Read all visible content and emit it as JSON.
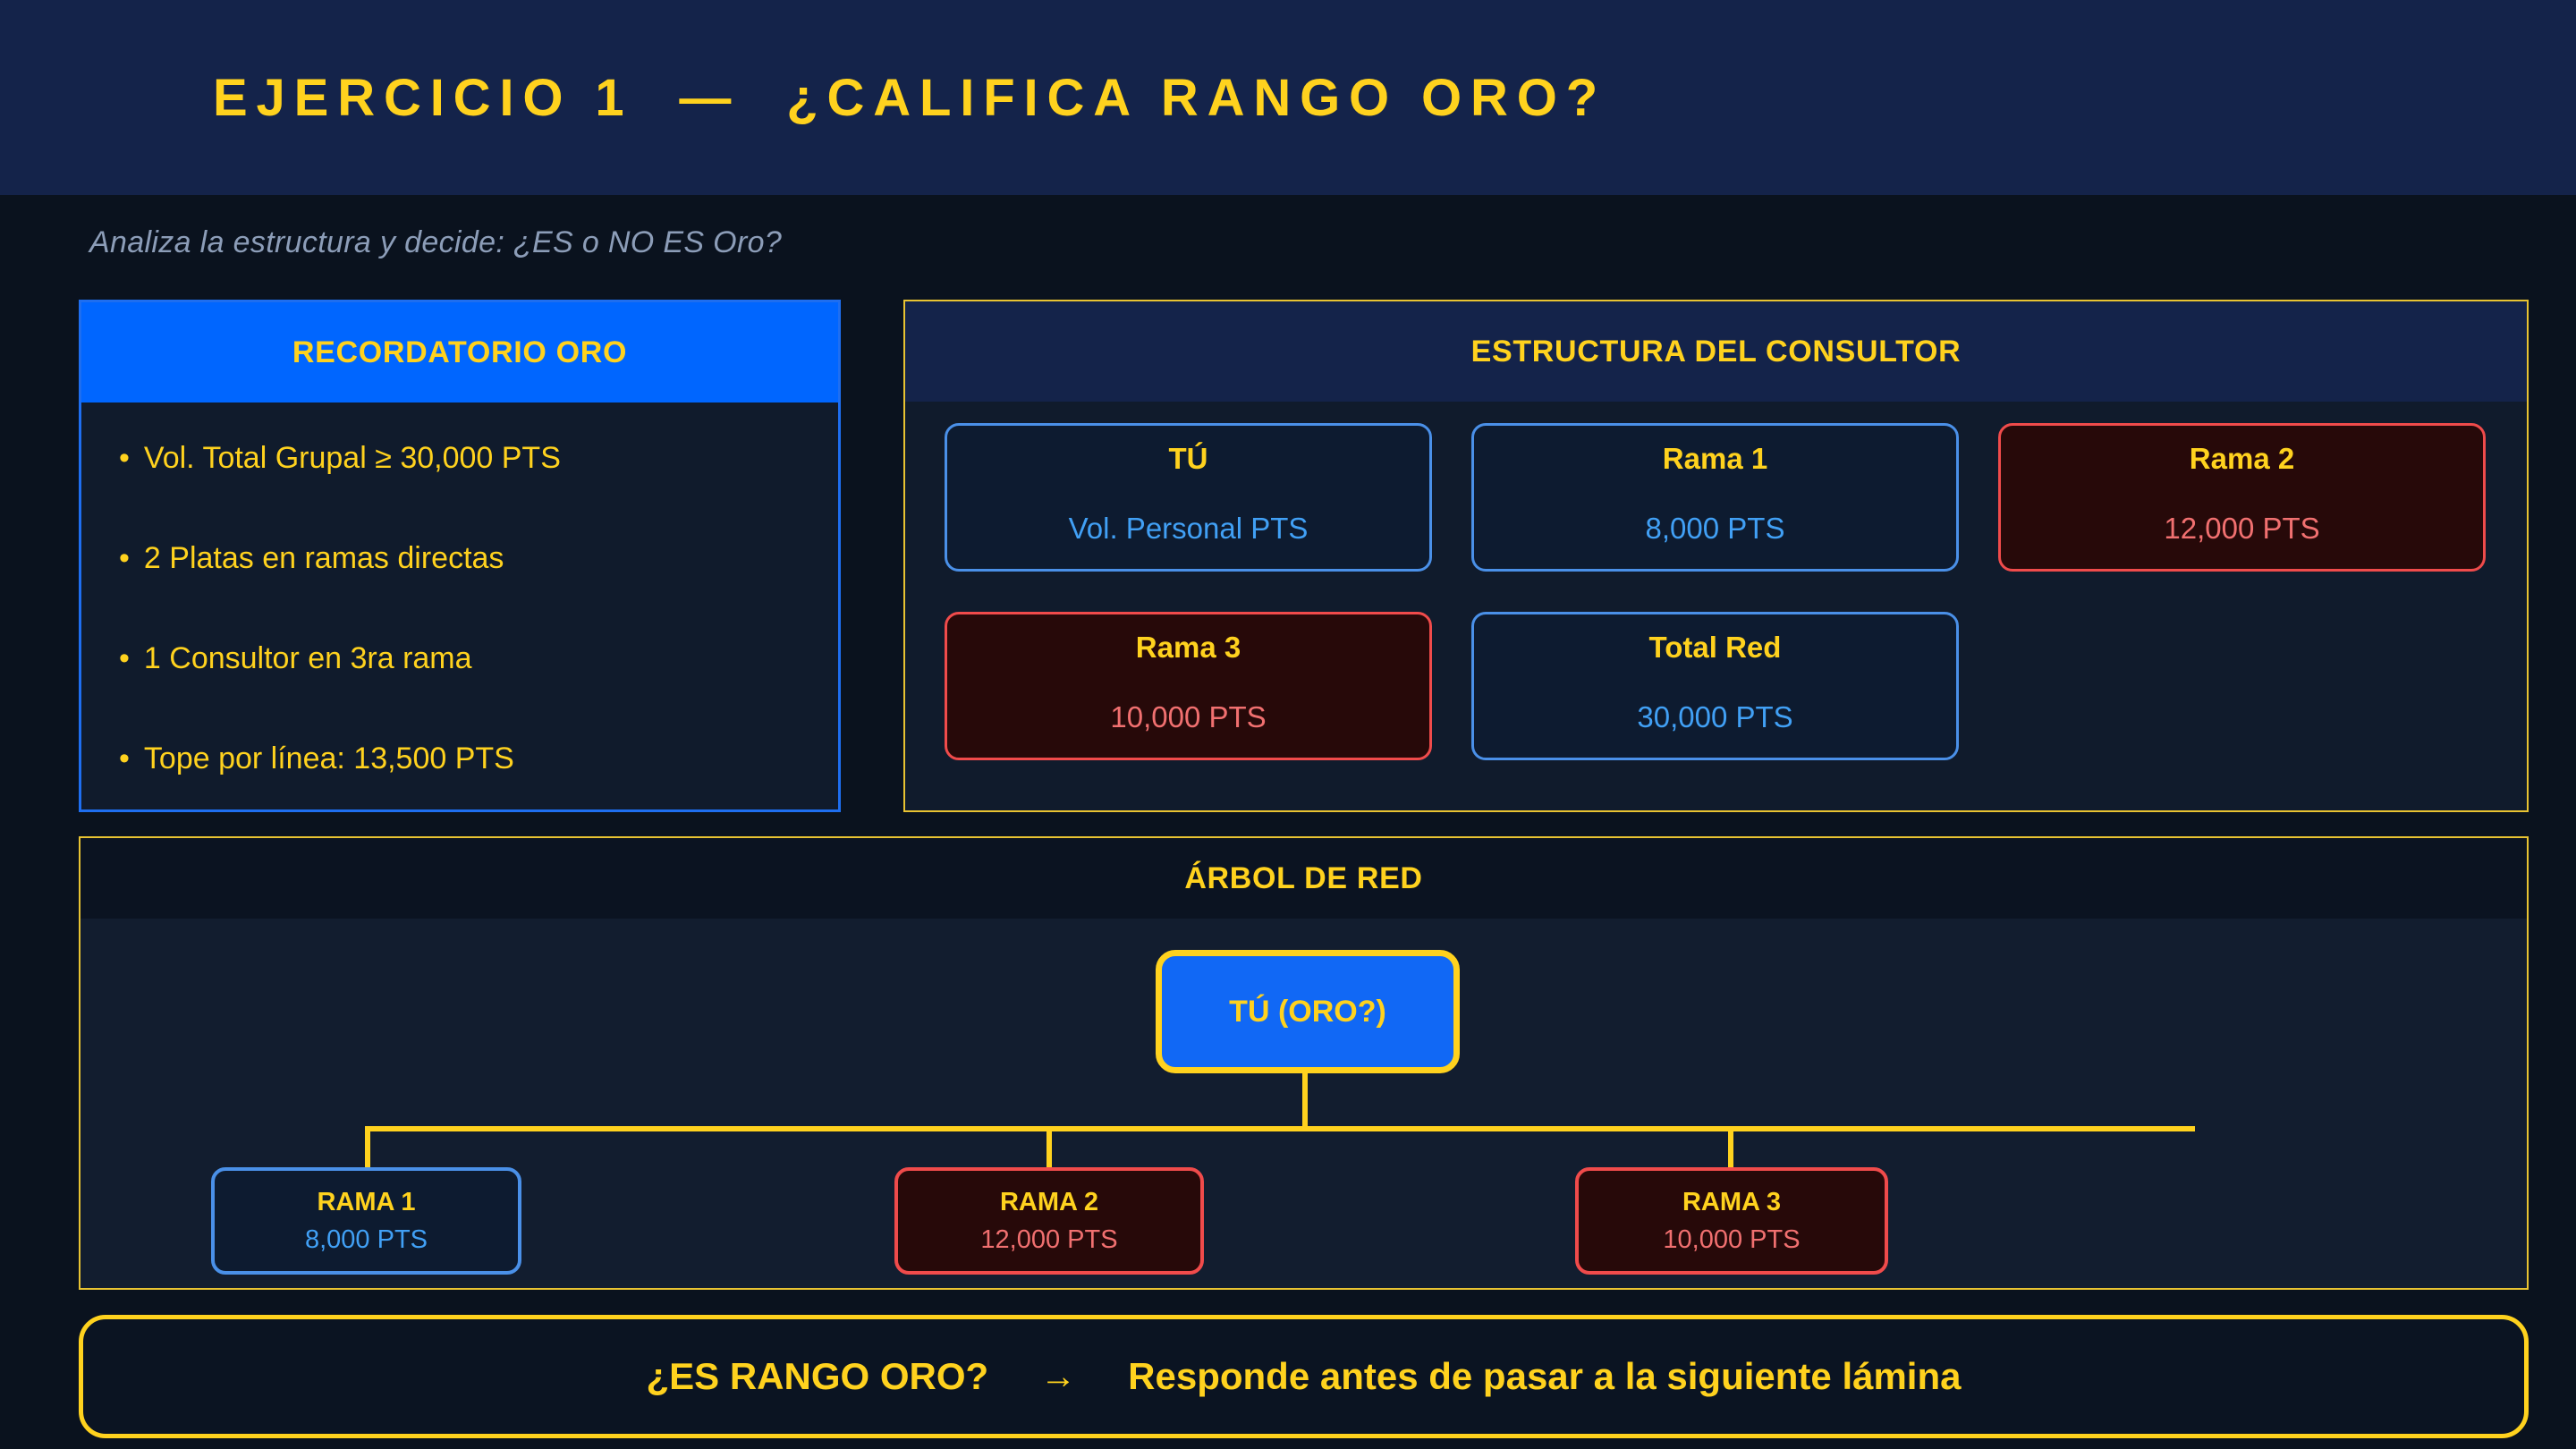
{
  "slide": {
    "title": "EJERCICIO 1  —  ¿CALIFICA RANGO ORO?",
    "subtitle": "Analiza la estructura y decide: ¿ES o NO ES Oro?"
  },
  "glyphs": {
    "bullet": "•",
    "arrow": "→"
  },
  "colors": {
    "page_bg": "#0A121E",
    "header_navy": "#14234A",
    "accent_yellow": "#FFD21E",
    "gold_border": "#E8C332",
    "bright_blue": "#0066FF",
    "blue_card_border": "#4A90E8",
    "blue_value_text": "#41A0F5",
    "red_card_border": "#F04B4B",
    "red_value_text": "#F17070",
    "red_card_bg": "#270909",
    "panel_bg": "#101B2C"
  },
  "recordatorio": {
    "header": "RECORDATORIO ORO",
    "bullets": [
      "Vol. Total Grupal ≥ 30,000 PTS",
      "2 Platas en ramas directas",
      "1 Consultor en 3ra rama",
      "Tope por línea: 13,500 PTS"
    ]
  },
  "estructura": {
    "header": "ESTRUCTURA DEL CONSULTOR",
    "cards": [
      {
        "title": "TÚ",
        "value": "Vol. Personal PTS",
        "variant": "blue"
      },
      {
        "title": "Rama 1",
        "value": "8,000 PTS",
        "variant": "blue"
      },
      {
        "title": "Rama 2",
        "value": "12,000 PTS",
        "variant": "red"
      },
      {
        "title": "Rama 3",
        "value": "10,000 PTS",
        "variant": "red"
      },
      {
        "title": "Total Red",
        "value": "30,000 PTS",
        "variant": "blue"
      }
    ]
  },
  "arbol": {
    "header": "ÁRBOL DE RED",
    "root_label": "TÚ (ORO?)",
    "branches": [
      {
        "title": "RAMA 1",
        "value": "8,000 PTS",
        "variant": "blue"
      },
      {
        "title": "RAMA 2",
        "value": "12,000 PTS",
        "variant": "red"
      },
      {
        "title": "RAMA 3",
        "value": "10,000 PTS",
        "variant": "red"
      }
    ]
  },
  "question_bar": {
    "question": "¿ES RANGO ORO?",
    "instruction": "Responde antes de pasar a la siguiente lámina"
  }
}
